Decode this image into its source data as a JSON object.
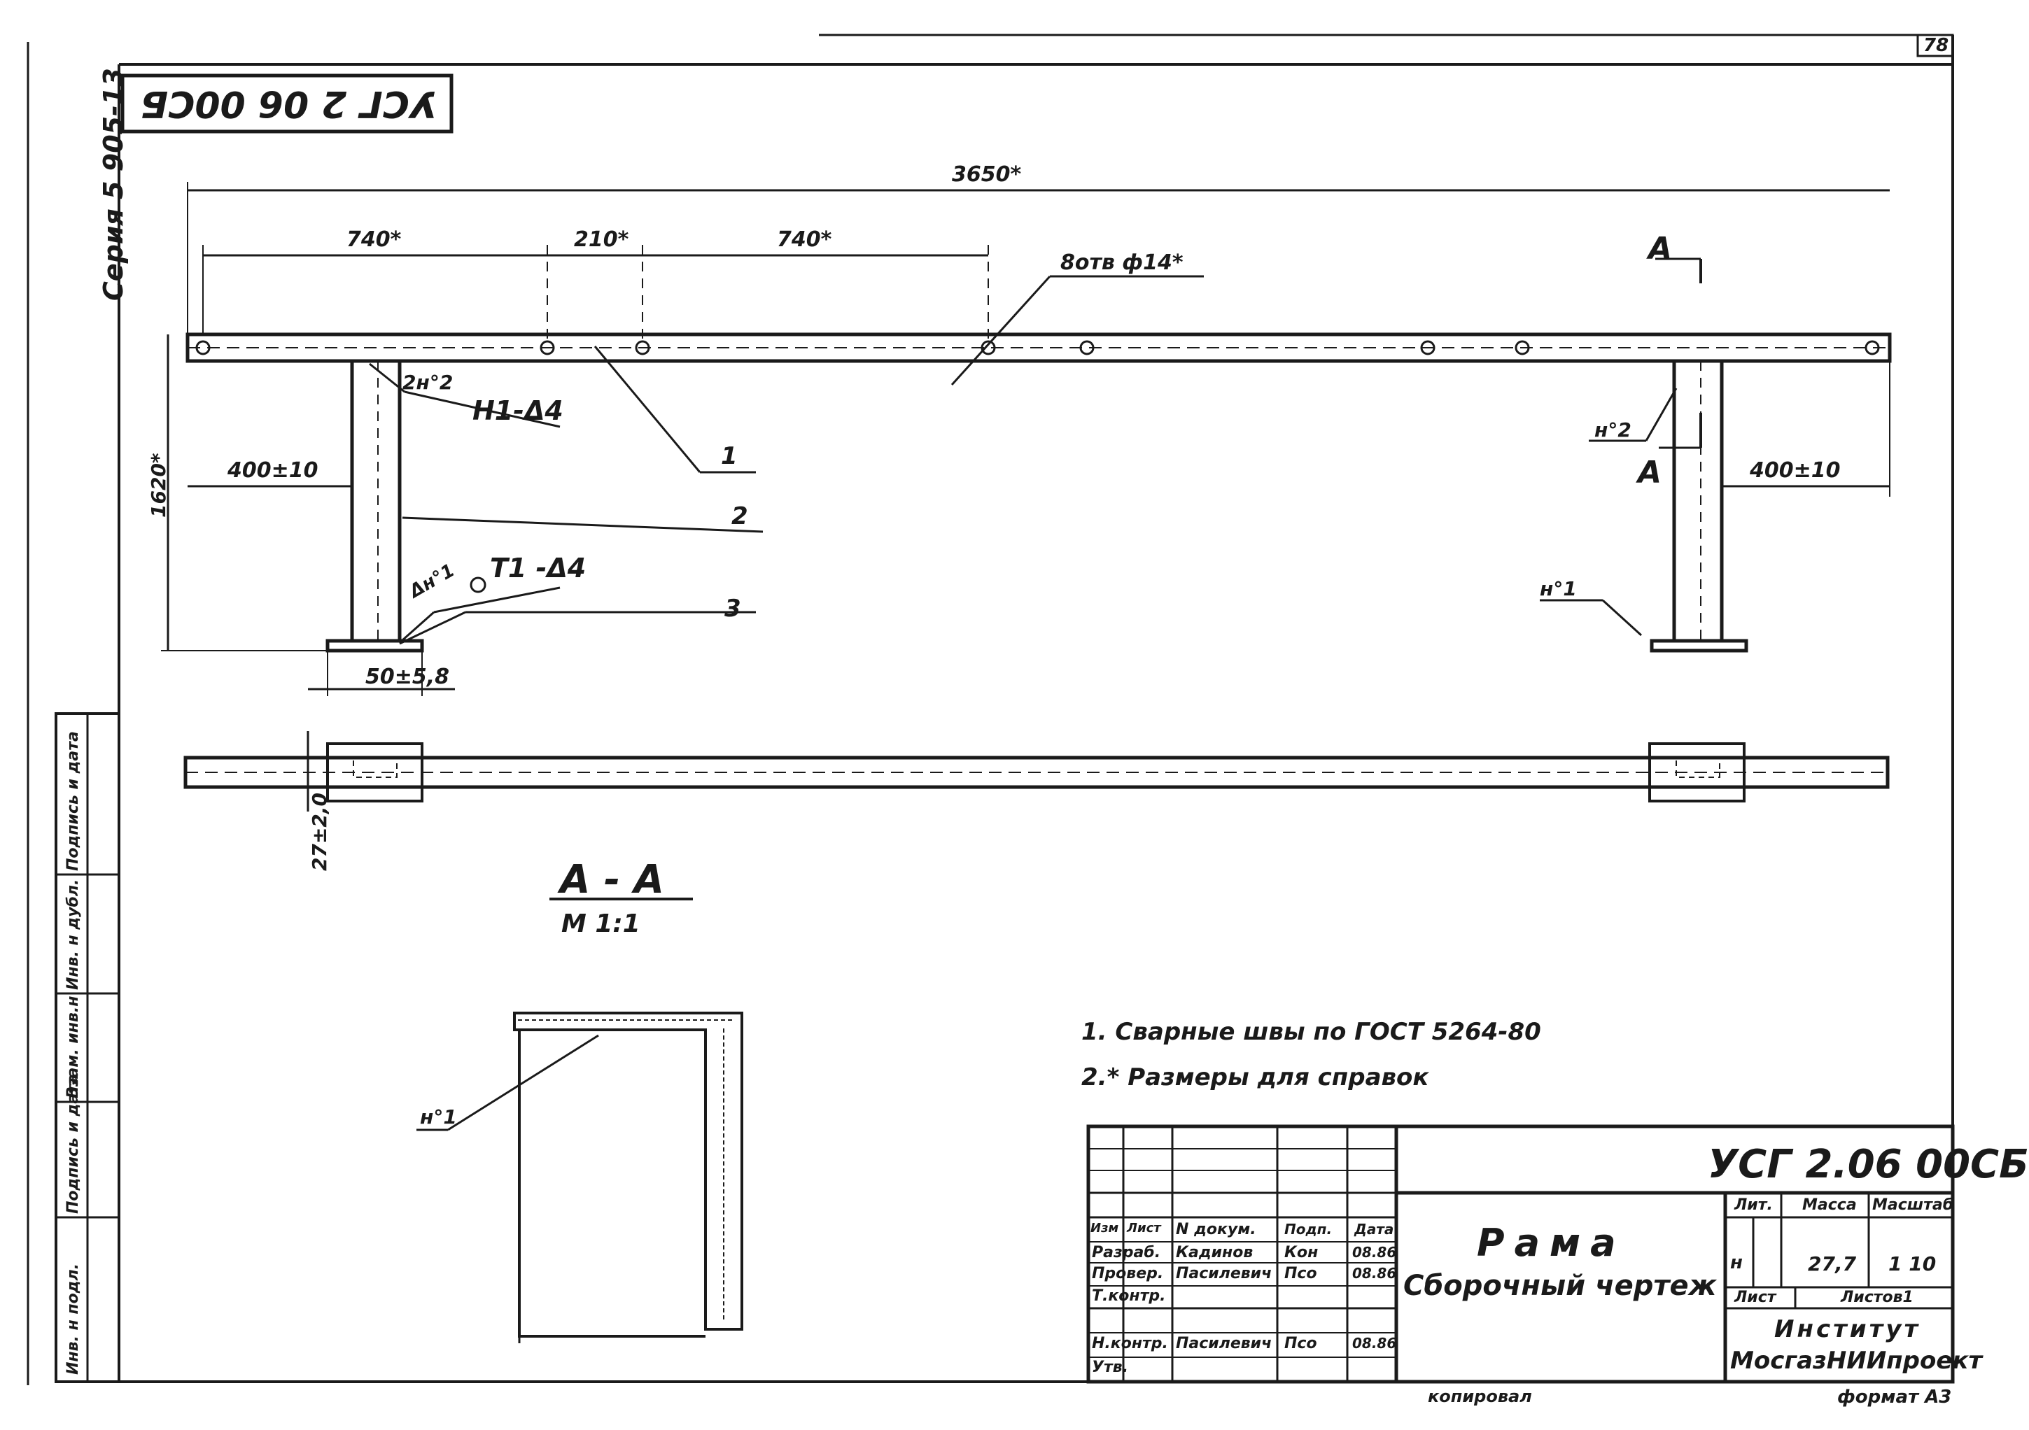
{
  "sheet": {
    "page_number": "78",
    "rotated_code": "УСГ 2 06 00СБ",
    "series": "Серия 5 905-13",
    "copied_by": "копировал",
    "format": "формат А3"
  },
  "dimensions": {
    "overall_length": "3650*",
    "seg_left": "740*",
    "seg_mid": "210*",
    "seg_right": "740*",
    "holes": "8отв ф14*",
    "height": "1620*",
    "leg_offset_left": "400±10",
    "leg_offset_right": "400±10",
    "base_width": "50±5,8",
    "bottom_dim": "27±2,0"
  },
  "callouts": {
    "weld_top": "2н°2",
    "weld_top_spec": "Н1-Δ4",
    "weld_bottom": "Δн°1",
    "weld_bottom_spec": "Т1 -Δ4",
    "part1": "1",
    "part2": "2",
    "part3": "3",
    "weld_right_top": "н°2",
    "weld_right_bottom": "н°1",
    "section_arrow_top": "А",
    "section_arrow_mid": "А",
    "section_weld": "н°1"
  },
  "section": {
    "title": "А - А",
    "scale": "М 1:1"
  },
  "notes": [
    "1. Сварные  швы по ГОСТ 5264-80",
    "2.* Размеры для справок"
  ],
  "side_stamp": [
    "Инв. н подл.",
    "Подпись и дата",
    "Взам. инв.н",
    "Инв. н дубл.",
    "Подпись и дата"
  ],
  "title_block": {
    "code": "УСГ 2.06 00СБ",
    "name": "Рама",
    "subtitle": "Сборочный  чертеж",
    "header": {
      "izm": "Изм",
      "list": "Лист",
      "doc": "N докум.",
      "sign": "Подп.",
      "date": "Дата"
    },
    "rows": [
      {
        "role": "Разраб.",
        "name": "Кадинов",
        "sign": "Кон",
        "date": "08.86"
      },
      {
        "role": "Провер.",
        "name": "Пасилевич",
        "sign": "Псо",
        "date": "08.86"
      },
      {
        "role": "Т.контр.",
        "name": "",
        "sign": "",
        "date": ""
      },
      {
        "role": "Н.контр.",
        "name": "Пасилевич",
        "sign": "Псо",
        "date": "08.86"
      },
      {
        "role": "Утв.",
        "name": "",
        "sign": "",
        "date": ""
      }
    ],
    "lit_label": "Лит.",
    "mass_label": "Масса",
    "scale_label": "Масштаб",
    "lit_value": "н",
    "mass_value": "27,7",
    "scale_value": "1 10",
    "sheet_label": "Лист",
    "sheets_label": "Листов1",
    "institute_1": "Институт",
    "institute_2": "МосгазНИИпроект"
  }
}
